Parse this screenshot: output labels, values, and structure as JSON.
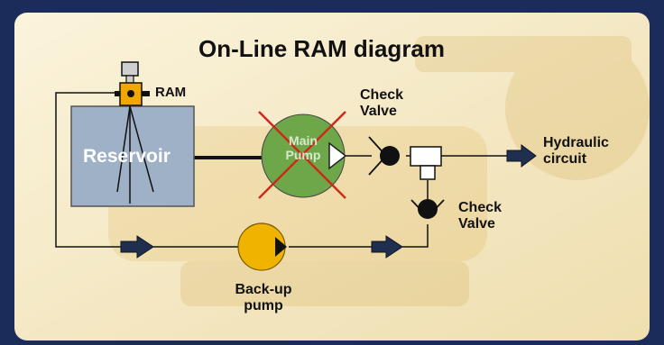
{
  "title": "On-Line RAM diagram",
  "labels": {
    "ram": "RAM",
    "reservoir": "Reservoir",
    "main_pump_line1": "Main",
    "main_pump_line2": "Pump",
    "check_valve_top_line1": "Check",
    "check_valve_top_line2": "Valve",
    "check_valve_right_line1": "Check",
    "check_valve_right_line2": "Valve",
    "hydraulic_line1": "Hydraulic",
    "hydraulic_line2": "circuit",
    "backup_line1": "Back-up",
    "backup_line2": "pump"
  },
  "colors": {
    "frame": "#1c2c5a",
    "panel_bg": "#f6eccb",
    "reservoir_fill": "#9fb1c6",
    "main_pump_fill": "#6ea64a",
    "backup_pump_fill": "#f0b400",
    "ram_fill": "#f0a800",
    "cross": "#cc2a1a",
    "arrow": "#1f2f4d"
  },
  "icons": [
    "flow-arrow-icon",
    "check-valve-icon",
    "cross-out-icon",
    "pump-triangle-icon"
  ]
}
